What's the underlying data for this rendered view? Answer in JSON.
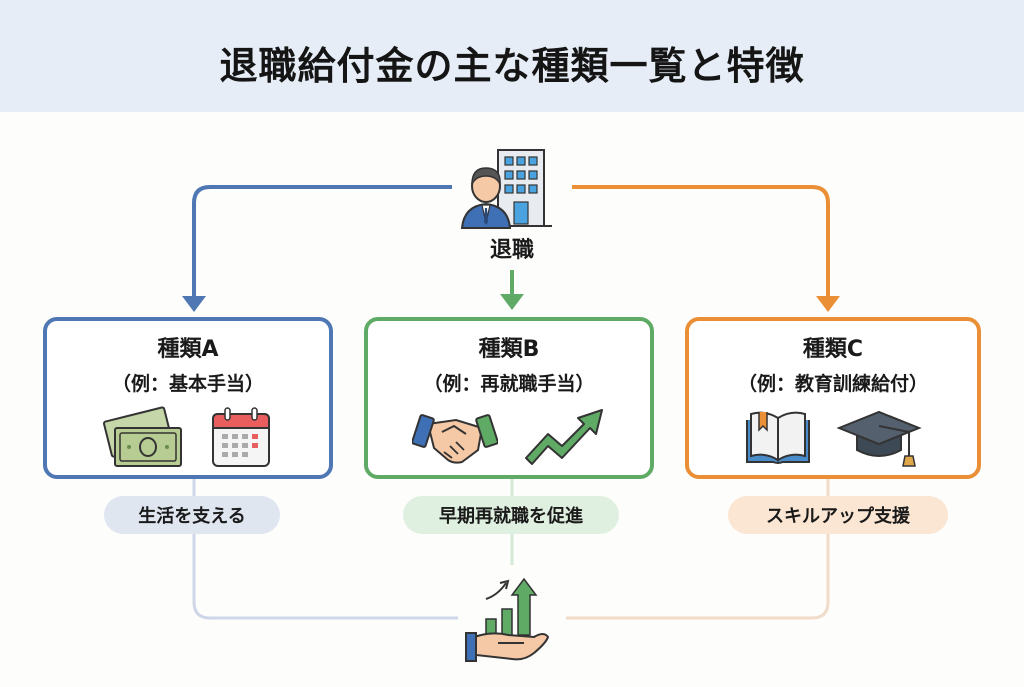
{
  "title": "退職給付金の主な種類一覧と特徴",
  "center": {
    "label": "退職",
    "icon": "person-with-office-building-icon"
  },
  "colors": {
    "header_bg": "#e6edf6",
    "type_a": "#4f77b3",
    "type_b": "#5fab66",
    "type_c": "#ea8f35"
  },
  "types": [
    {
      "title": "種類A",
      "example": "（例：基本手当）",
      "icons": [
        "money-bills-icon",
        "calendar-icon"
      ],
      "feature": "生活を支える"
    },
    {
      "title": "種類B",
      "example": "（例：再就職手当）",
      "icons": [
        "handshake-icon",
        "trend-up-arrow-icon"
      ],
      "feature": "早期再就職を促進"
    },
    {
      "title": "種類C",
      "example": "（例：教育訓練給付）",
      "icons": [
        "open-book-icon",
        "graduation-cap-icon"
      ],
      "feature": "スキルアップ支援"
    }
  ],
  "bottom": {
    "icon": "hand-with-growth-chart-icon"
  }
}
